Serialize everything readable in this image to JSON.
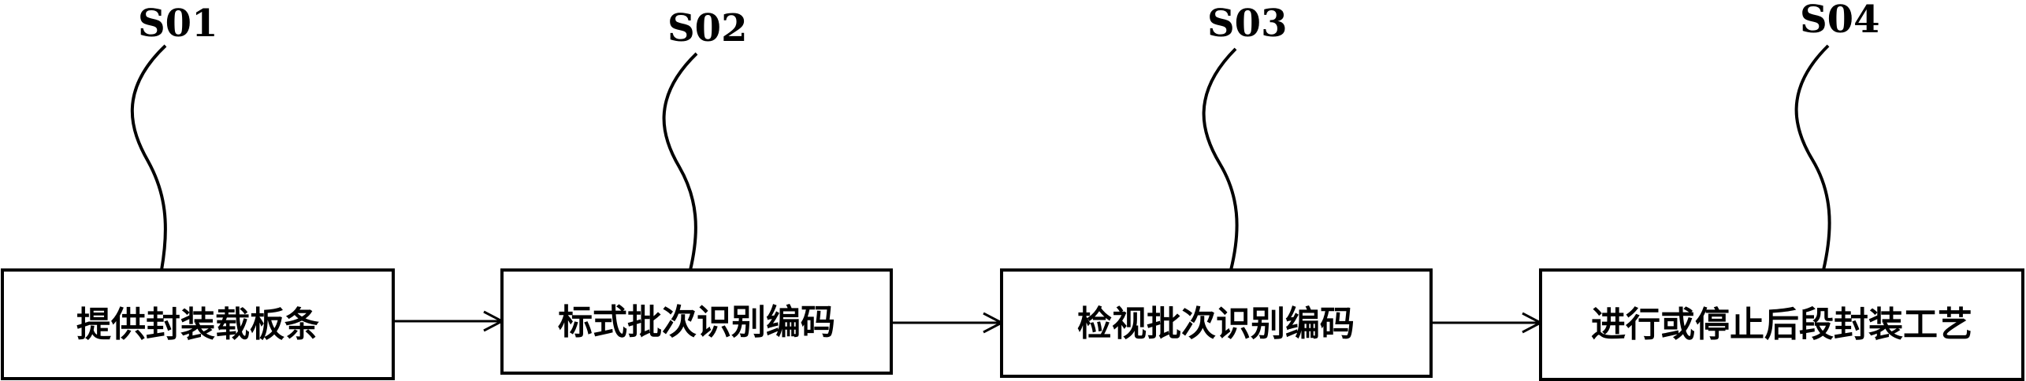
{
  "steps": [
    {
      "id": "S01",
      "label": "提供封装载板条"
    },
    {
      "id": "S02",
      "label": "标式批次识别编码"
    },
    {
      "id": "S03",
      "label": "检视批次识别编码"
    },
    {
      "id": "S04",
      "label": "进行或停止后段封装工艺"
    }
  ]
}
